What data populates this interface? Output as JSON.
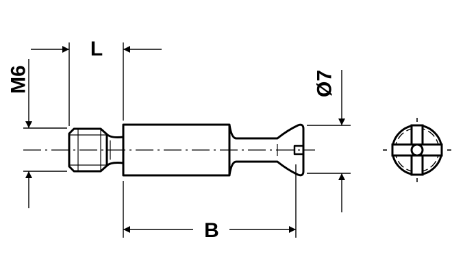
{
  "diagram": {
    "labels": {
      "thread": "M6",
      "length_l": "L",
      "length_b": "B",
      "diameter": "Ø7"
    },
    "colors": {
      "line": "#000000",
      "background": "#ffffff"
    }
  }
}
